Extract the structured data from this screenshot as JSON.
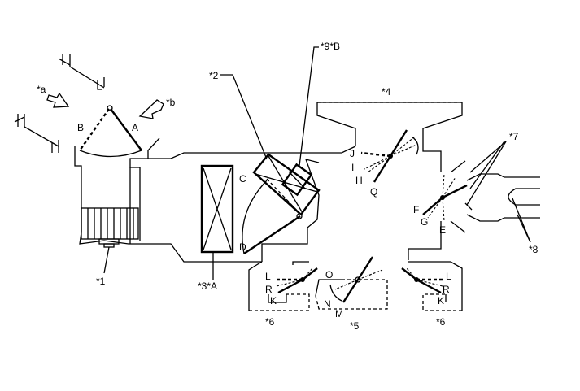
{
  "labels": {
    "a": "*a",
    "b": "*b",
    "p1": "*1",
    "p2": "*2",
    "p3A": "*3*A",
    "p4": "*4",
    "p5": "*5",
    "p6_left": "*6",
    "p6_right": "*6",
    "p7": "*7",
    "p8": "*8",
    "p9B": "*9*B",
    "A": "A",
    "B": "B",
    "C": "C",
    "D": "D",
    "E": "E",
    "F": "F",
    "G": "G",
    "H": "H",
    "I": "I",
    "J": "J",
    "K_left": "K",
    "L_left": "L",
    "R_left": "R",
    "K_right": "K",
    "L_right": "L",
    "R_right": "R",
    "M": "M",
    "N": "N",
    "O": "O",
    "Q": "Q"
  }
}
